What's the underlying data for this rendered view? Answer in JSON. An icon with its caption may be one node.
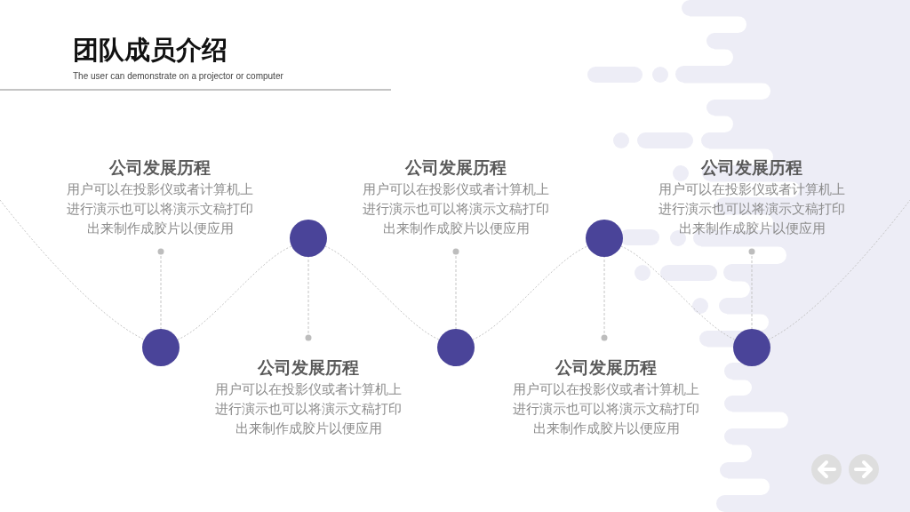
{
  "diagram": {
    "title": "团队成员介绍",
    "nodes": [
      {
        "text": [
          "公司发展历程",
          "用户可以在投影仪或者计算机上进行演示也可以将演示文稿打印出来制作成胶片以便应用"
        ]
      },
      {
        "text": [],
        "shape": "circle"
      },
      {
        "text": [],
        "shape": "circle"
      },
      {
        "text": [
          "公司发展历程",
          "用户可以在投影仪或者计算机上进行演示也可以将演示文稿打印出来制作成胶片以便应用"
        ]
      },
      {
        "text": [
          "公司发展历程",
          "用户可以在投影仪或者计算机上进行演示也可以将演示文稿打印出来制作成胶片以便应用"
        ]
      },
      {
        "text": [],
        "shape": "circle"
      },
      {
        "text": [],
        "shape": "circle"
      },
      {
        "text": [
          "公司发展历程",
          "用户可以在投影仪或者计算机上进行演示也可以将演示文稿打印出来制作成胶片以便应用"
        ]
      },
      {
        "text": [
          "公司发展历程",
          "用户可以在投影仪或者计算机上进行演示也可以将演示文稿打印出来制作成胶片以便应用"
        ]
      },
      {
        "text": [],
        "shape": "circle"
      }
    ],
    "edges": [
      {
        "from": null,
        "to": 1,
        "arrow": "none",
        "style": "dashed"
      },
      {
        "from": 1,
        "to": 2,
        "arrow": "none",
        "style": "dashed"
      },
      {
        "from": 2,
        "to": 5,
        "arrow": "none",
        "style": "dashed"
      },
      {
        "from": 5,
        "to": 6,
        "arrow": "none",
        "style": "dashed"
      },
      {
        "from": 6,
        "to": 9,
        "arrow": "none",
        "style": "dashed"
      },
      {
        "from": 9,
        "to": null,
        "arrow": "none",
        "style": "dashed"
      },
      {
        "from": 0,
        "to": 1,
        "arrow": "other",
        "style": "dashed"
      },
      {
        "from": 3,
        "to": 2,
        "arrow": "other",
        "style": "dashed"
      },
      {
        "from": 4,
        "to": 5,
        "arrow": "other",
        "style": "dashed"
      },
      {
        "from": 7,
        "to": 6,
        "arrow": "other",
        "style": "dashed"
      },
      {
        "from": 8,
        "to": 9,
        "arrow": "other",
        "style": "dashed"
      }
    ],
    "labels": [
      "The user can demonstrate on a projector or computer"
    ]
  }
}
